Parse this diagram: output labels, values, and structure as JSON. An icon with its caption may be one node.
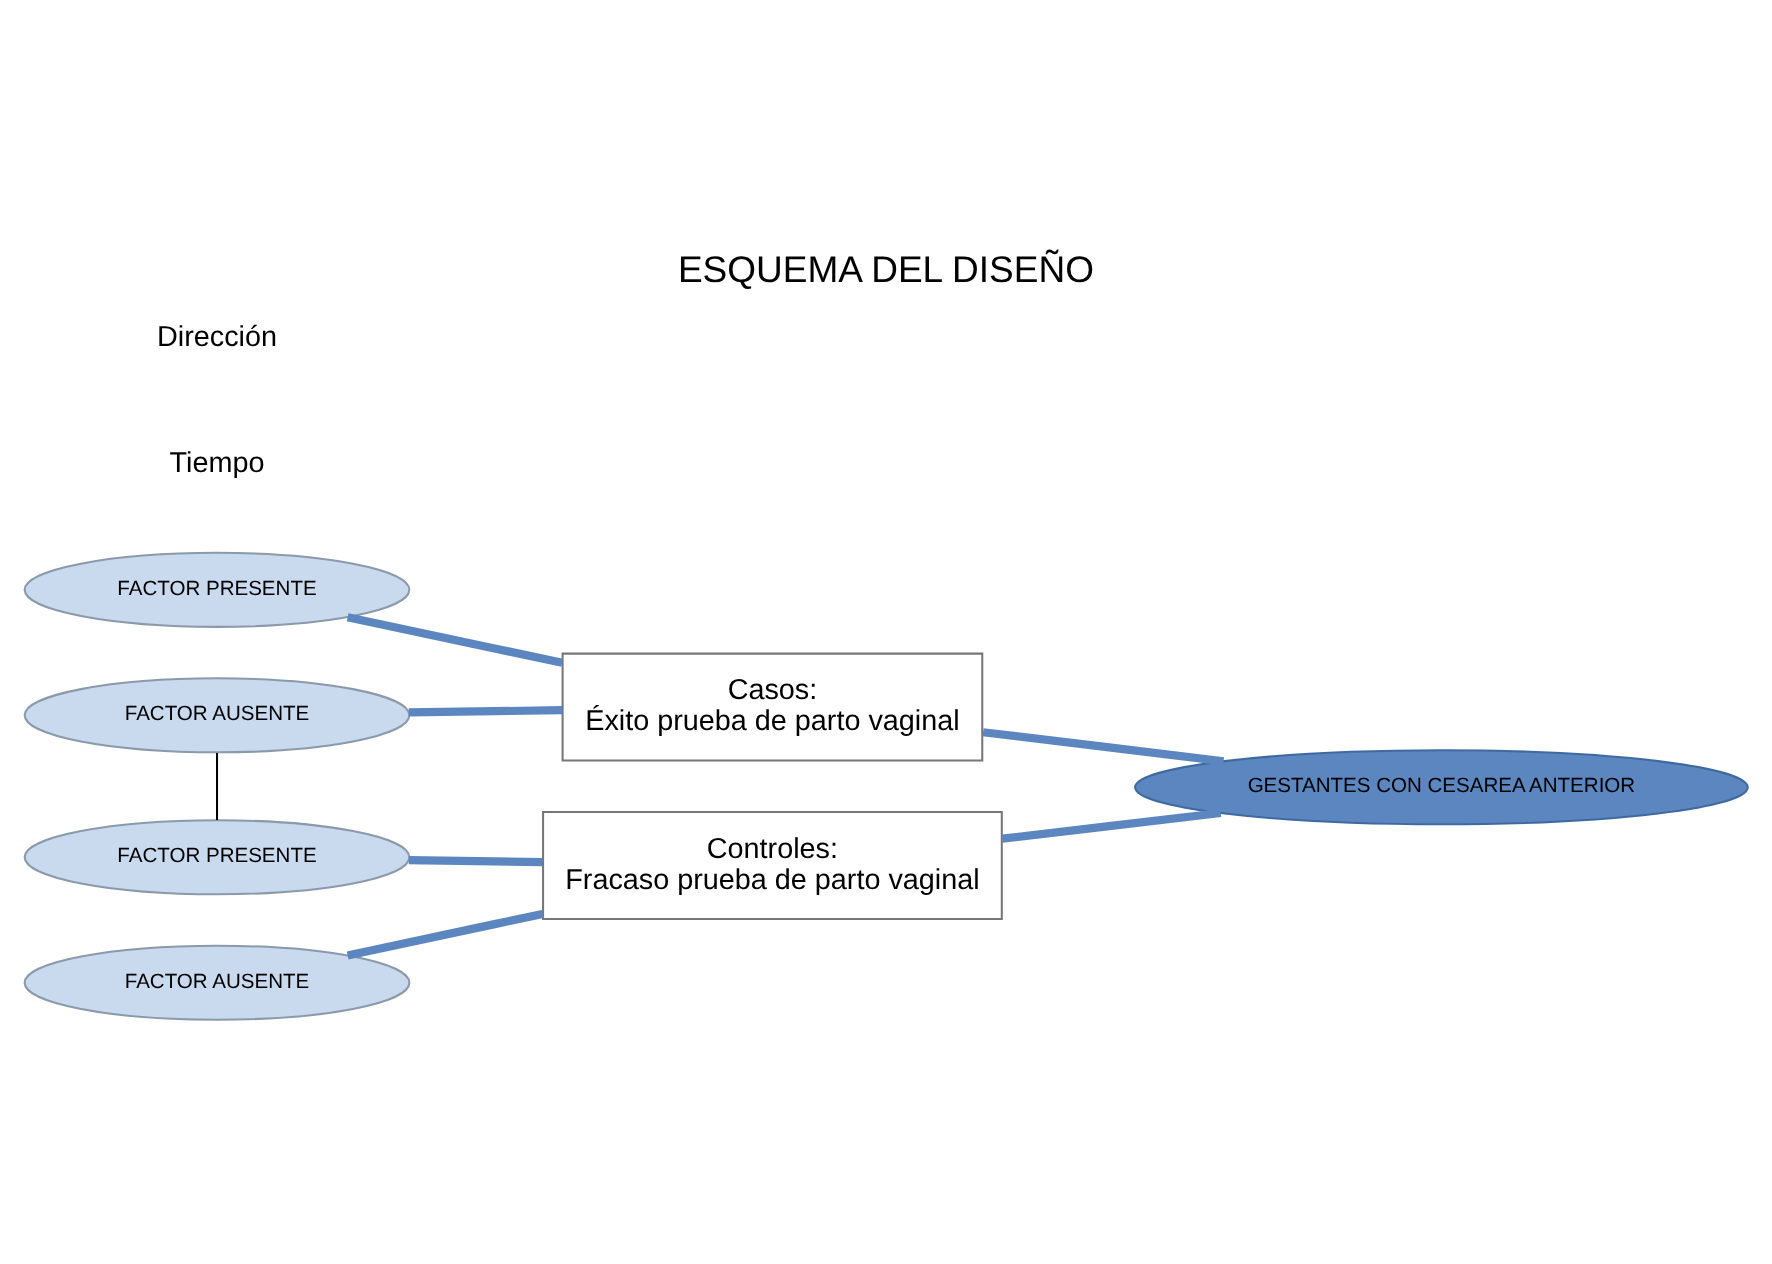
{
  "diagram": {
    "title": "ESQUEMA DEL DISEÑO",
    "nodes": [
      {
        "text": [
          "FACTOR PRESENTE"
        ]
      },
      {
        "text": [
          "FACTOR AUSENTE"
        ]
      },
      {
        "text": [
          "FACTOR PRESENTE"
        ]
      },
      {
        "text": [
          "FACTOR AUSENTE"
        ]
      },
      {
        "text": [
          "Casos:",
          "Éxito prueba de parto vaginal"
        ]
      },
      {
        "text": [
          "Controles:",
          "Fracaso prueba de parto vaginal"
        ]
      },
      {
        "text": [
          "GESTANTES CON CESAREA ANTERIOR"
        ]
      }
    ],
    "edges": [
      {
        "from": 0,
        "to": 4,
        "arrow": "none"
      },
      {
        "from": 1,
        "to": 4,
        "arrow": "none"
      },
      {
        "from": 2,
        "to": 5,
        "arrow": "none"
      },
      {
        "from": 3,
        "to": 5,
        "arrow": "none"
      },
      {
        "from": 4,
        "to": 6,
        "arrow": "none"
      },
      {
        "from": 5,
        "to": 6,
        "arrow": "none"
      },
      {
        "from": 1,
        "to": 2,
        "arrow": "none",
        "color": "#000000"
      }
    ],
    "labels": [
      "Tiempo",
      "Dirección"
    ]
  }
}
